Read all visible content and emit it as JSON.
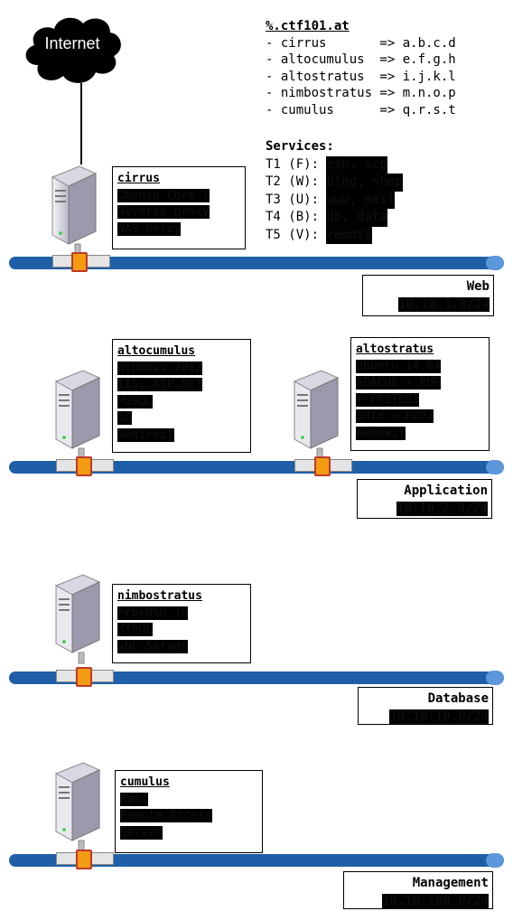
{
  "cloud": {
    "label": "Internet"
  },
  "legend": {
    "title": "%.ctf101.at",
    "rows": [
      "- cirrus       => a.b.c.d",
      "- altocumulus  => e.f.g.h",
      "- altostratus  => i.j.k.l",
      "- nimbostratus => m.n.o.p",
      "- cumulus      => q.r.s.t"
    ]
  },
  "services": {
    "title": "Services:",
    "rows": [
      {
        "prefix": "T1 (F): ",
        "value": "ssh, scp"
      },
      {
        "prefix": "T2 (W): ",
        "value": "blog, shop"
      },
      {
        "prefix": "T3 (U): ",
        "value": "www, mail"
      },
      {
        "prefix": "T4 (B): ",
        "value": "db, data"
      },
      {
        "prefix": "T5 (V): ",
        "value": "remote"
      }
    ]
  },
  "hosts": {
    "cirrus": {
      "name": "cirrus",
      "lines": [
        "Ubuntu Core 1",
        "Reverse proxy",
        "NAS Relay"
      ]
    },
    "altocumulus": {
      "name": "altocumulus",
      "lines": [
        "Windows 2012",
        "IIS, ASP.NET",
        "MSSQL",
        "AD",
        "Redirect"
      ]
    },
    "altostratus": {
      "name": "altostratus",
      "lines": [
        "Ubuntu 14.04",
        "APACHE + PHP",
        "+ FASTCGI",
        "SMTP + POP3",
        "Webmail"
      ]
    },
    "nimbostratus": {
      "name": "nimbostratus",
      "lines": [
        "FreeBSD 10",
        "MYSQL",
        "VNC Server"
      ]
    },
    "cumulus": {
      "name": "cumulus",
      "lines": [
        "Kali",
        "Remote Access",
        "Server"
      ]
    }
  },
  "networks": {
    "web": {
      "name": "Web",
      "ip": "10.10.1.0/24"
    },
    "application": {
      "name": "Application",
      "ip": "10.10.2.0/24"
    },
    "database": {
      "name": "Database",
      "ip": "10.10.10.0/24"
    },
    "management": {
      "name": "Management",
      "ip": "10.10.100.0/24"
    }
  },
  "colors": {
    "bus": "#1f5fa8",
    "bus_end": "#5b97da",
    "connector": "#f39c12"
  }
}
